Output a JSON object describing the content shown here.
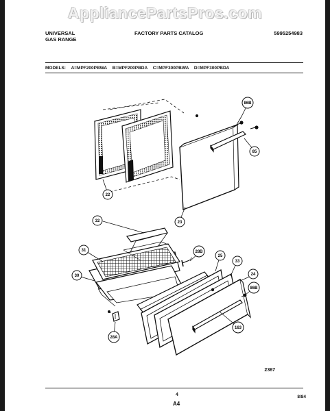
{
  "watermark": "AppliancePartsPros.com",
  "header": {
    "brand_line1": "UNIVERSAL",
    "brand_line2": "GAS RANGE",
    "catalog_title": "FACTORY PARTS CATALOG",
    "part_number": "5995254983"
  },
  "models": {
    "label": "MODELS:",
    "a": "A=MPF200PBWA",
    "b": "B=MPF200PBDA",
    "c": "C=MPF300PBWA",
    "d": "D=MPF300PBDA"
  },
  "callouts": {
    "c86b": "86B",
    "c85": "85",
    "c22": "22",
    "c23": "23",
    "c32": "32",
    "c31": "31",
    "c30": "30",
    "c28b": "28B",
    "c25": "25",
    "c33": "33",
    "c24": "24",
    "c86bb": "86B",
    "c163": "163",
    "c28a": "28A"
  },
  "footer": {
    "figure_number": "2367",
    "page_number": "4",
    "page_code": "A4",
    "date": "8/84"
  }
}
